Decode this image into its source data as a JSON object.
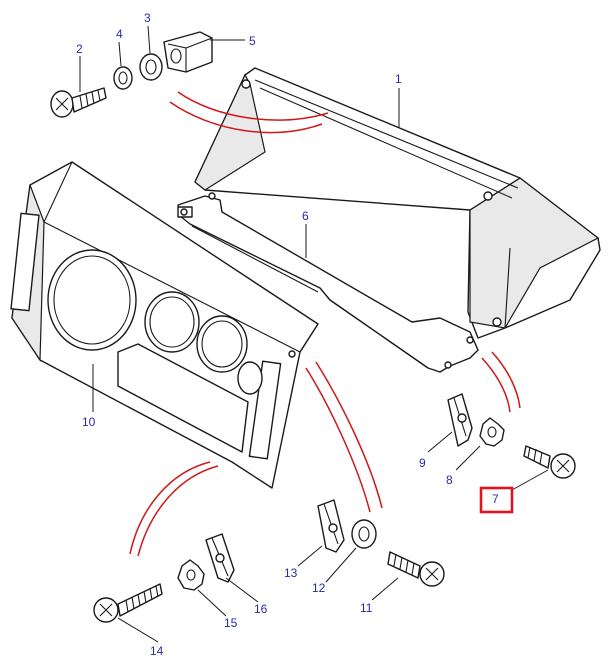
{
  "callouts": {
    "c1": "1",
    "c2": "2",
    "c3": "3",
    "c4": "4",
    "c5": "5",
    "c6": "6",
    "c7": "7",
    "c8": "8",
    "c9": "9",
    "c10": "10",
    "c11": "11",
    "c12": "12",
    "c13": "13",
    "c14": "14",
    "c15": "15",
    "c16": "16"
  },
  "highlighted_callout": "7",
  "colors": {
    "callout_text": "#2a2ab0",
    "highlight_box": "#e0141e",
    "assembly_line": "#d01818",
    "line_art": "#1a1a1a"
  }
}
